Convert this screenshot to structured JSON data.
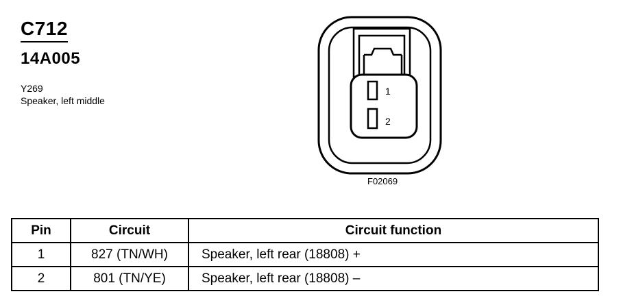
{
  "connector": {
    "id": "C712",
    "part_number": "14A005",
    "ref_code": "Y269",
    "description": "Speaker, left middle"
  },
  "diagram": {
    "figure_id": "F02069",
    "pin_labels": [
      "1",
      "2"
    ]
  },
  "table": {
    "headers": {
      "pin": "Pin",
      "circuit": "Circuit",
      "function": "Circuit function"
    },
    "rows": [
      {
        "pin": "1",
        "circuit": "827 (TN/WH)",
        "function": "Speaker, left rear (18808) +"
      },
      {
        "pin": "2",
        "circuit": "801 (TN/YE)",
        "function": "Speaker, left rear (18808) –"
      }
    ]
  }
}
